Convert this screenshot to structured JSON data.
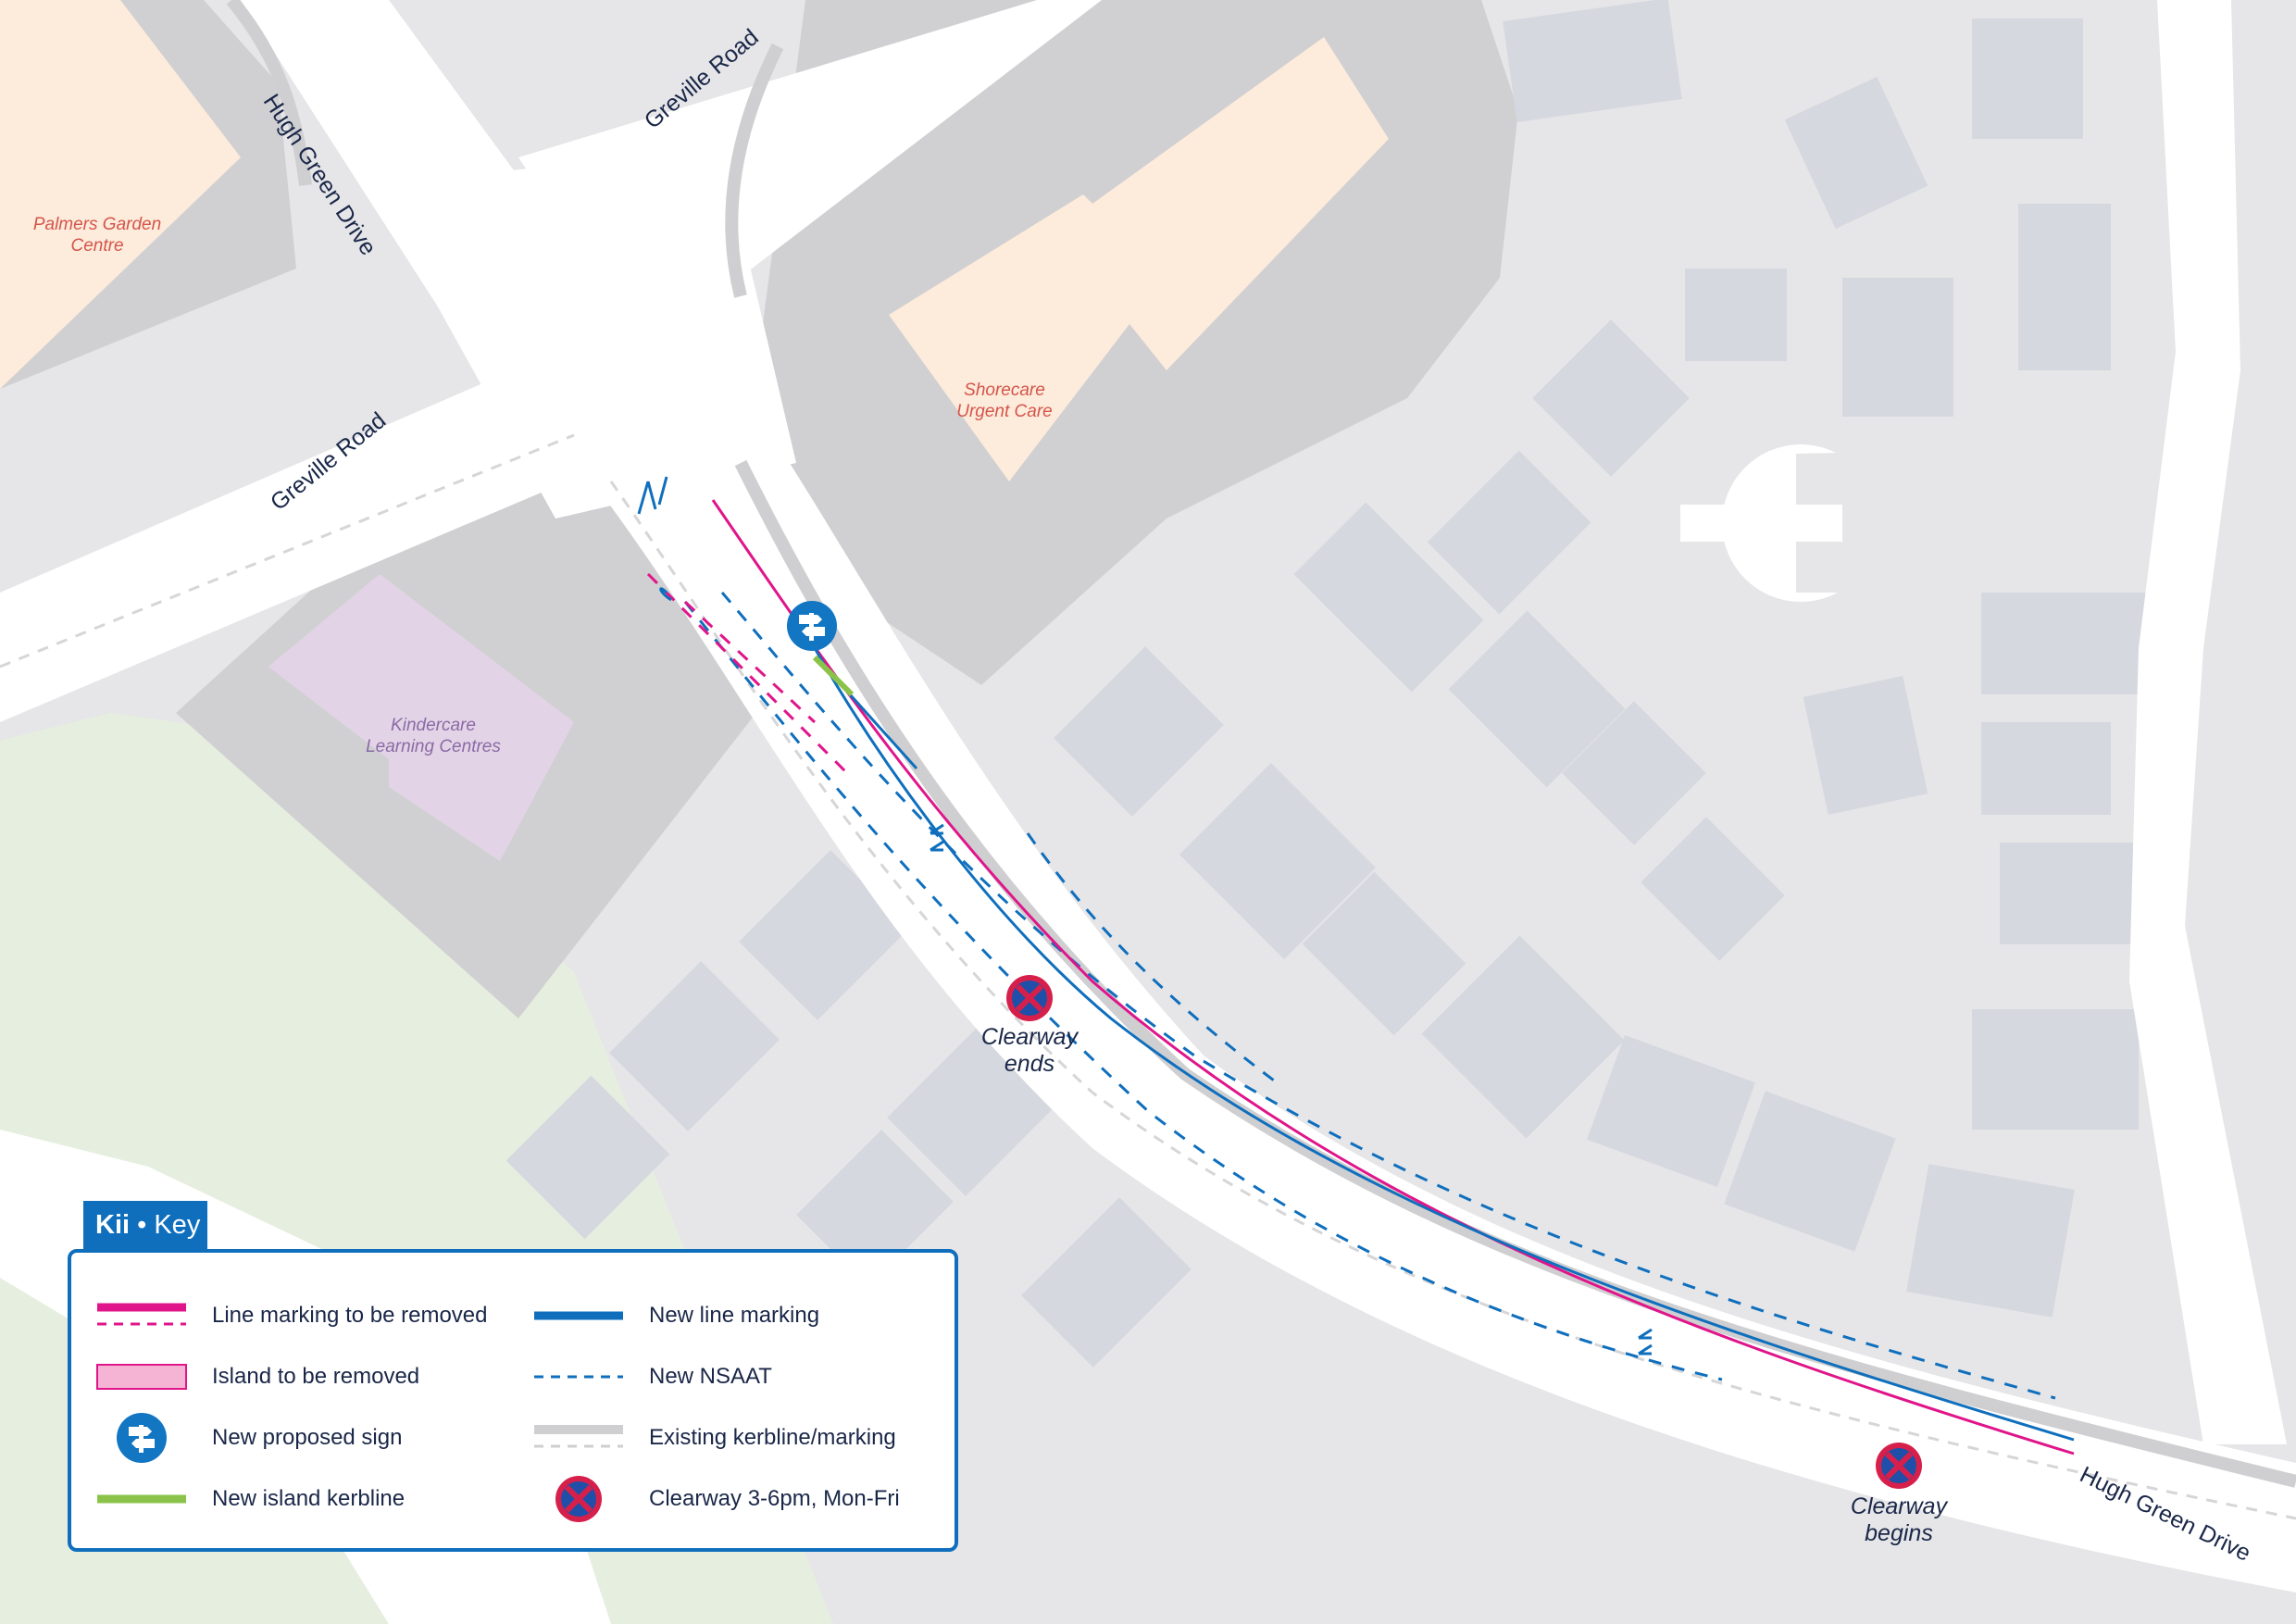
{
  "colors": {
    "background": "#e6e6e8",
    "parkland": "#e6efdf",
    "road": "#ffffff",
    "carriageway": "#f7f7f8",
    "property": "#d0d0d2",
    "building": "#d6d8e0",
    "commercial_building": "#fdebdb",
    "school_building": "#e2d4e6",
    "remove_magenta": "#e0158a",
    "new_blue": "#0f6fbd",
    "new_island_green": "#8bc34a",
    "existing_kerb": "#cfcfd1",
    "clearway_red": "#d6204b",
    "clearway_blue": "#1f4fa8"
  },
  "roads": {
    "hugh_green_top": "Hugh Green Drive",
    "greville_north": "Greville Road",
    "greville_west": "Greville Road",
    "hugh_green_bottom": "Hugh Green Drive"
  },
  "places": {
    "palmers_line1": "Palmers Garden",
    "palmers_line2": "Centre",
    "shorecare_line1": "Shorecare",
    "shorecare_line2": "Urgent Care",
    "kindercare_line1": "Kindercare",
    "kindercare_line2": "Learning Centres"
  },
  "clearway_markers": {
    "ends_line1": "Clearway",
    "ends_line2": "ends",
    "begins_line1": "Clearway",
    "begins_line2": "begins"
  },
  "legend": {
    "brand": "Kii",
    "separator": "•",
    "title": "Key",
    "items": [
      {
        "label": "Line marking to be removed",
        "icon": "magenta-solid-dashed-line-icon"
      },
      {
        "label": "Island to be removed",
        "icon": "pink-island-icon"
      },
      {
        "label": "New proposed sign",
        "icon": "signpost-icon"
      },
      {
        "label": "New island kerbline",
        "icon": "green-line-icon"
      },
      {
        "label": "New line marking",
        "icon": "blue-line-icon"
      },
      {
        "label": "New NSAAT",
        "icon": "blue-dashed-line-icon"
      },
      {
        "label": "Existing kerbline/marking",
        "icon": "grey-kerb-icon"
      },
      {
        "label": "Clearway 3-6pm, Mon-Fri",
        "icon": "clearway-icon"
      }
    ]
  }
}
